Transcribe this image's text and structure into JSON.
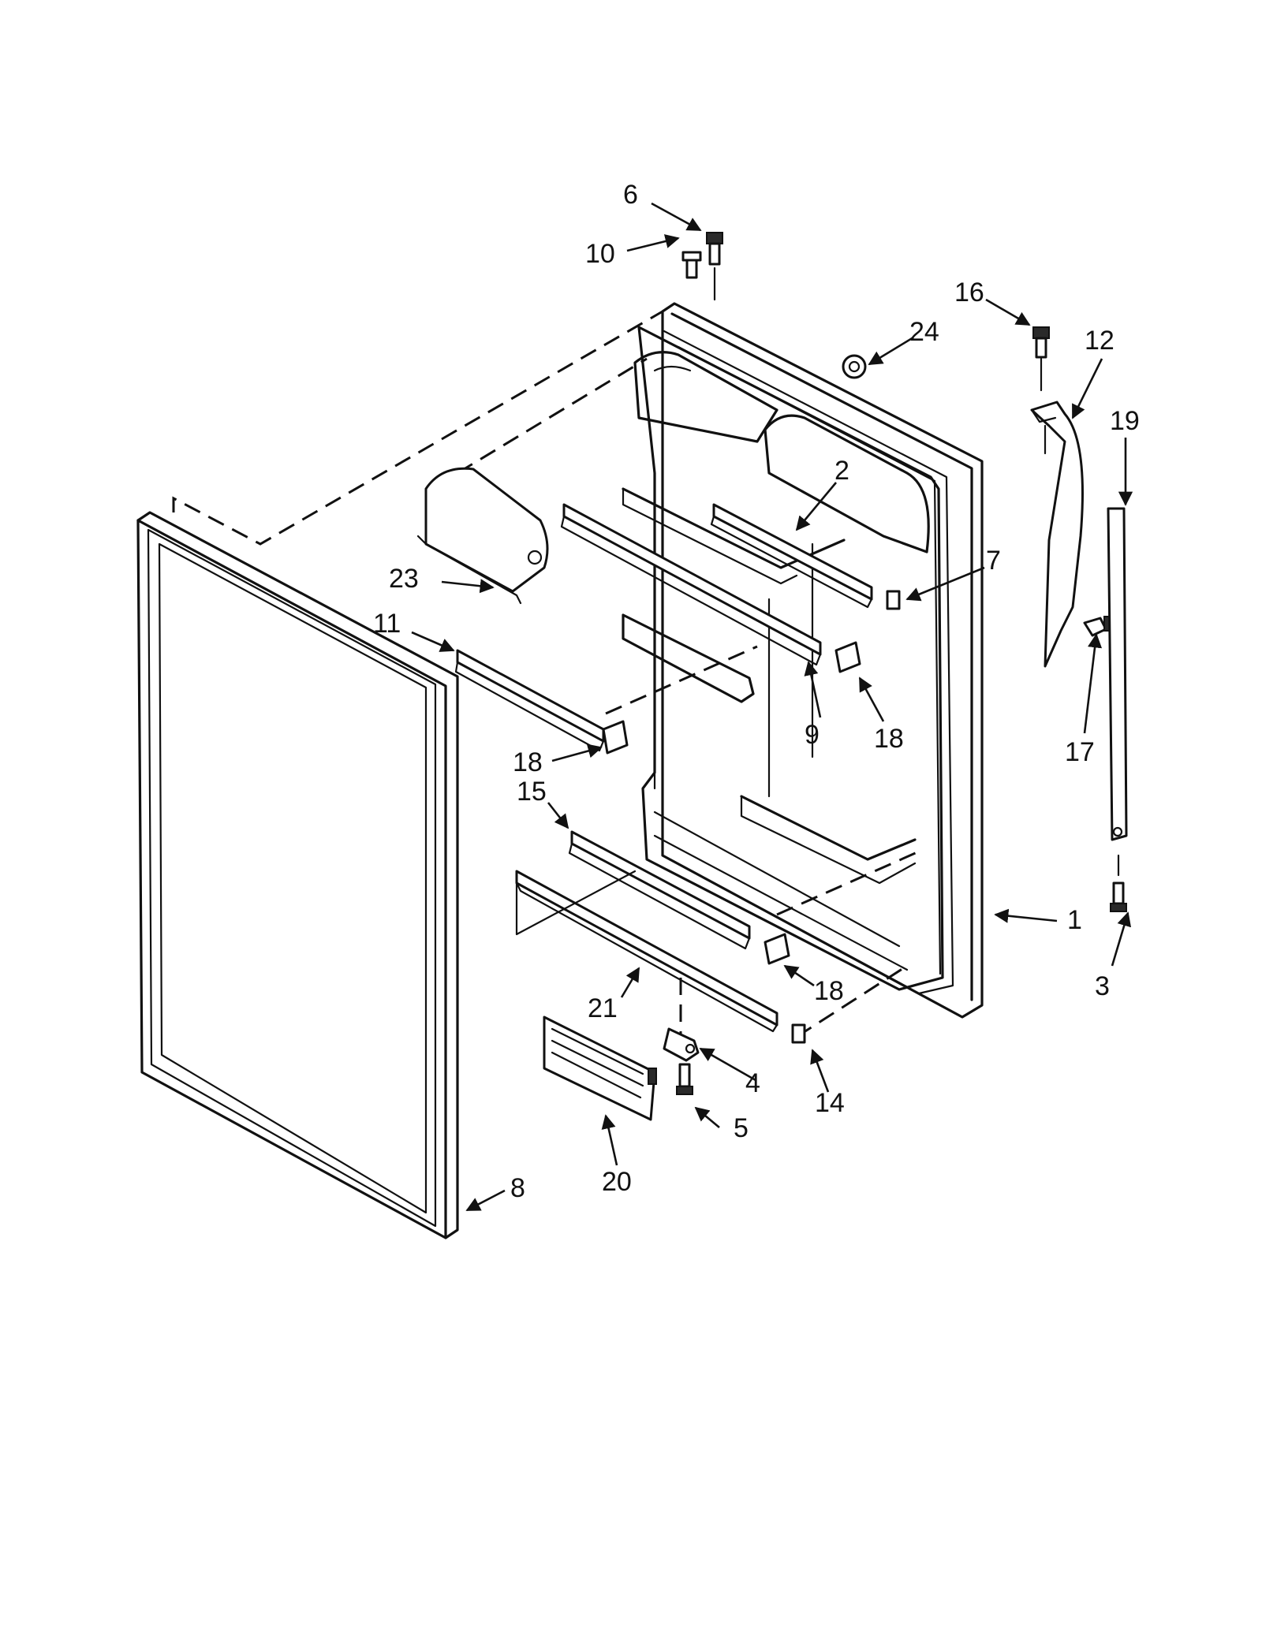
{
  "callouts": {
    "c1": "1",
    "c2": "2",
    "c3": "3",
    "c4": "4",
    "c5": "5",
    "c6": "6",
    "c7": "7",
    "c8": "8",
    "c9": "9",
    "c10": "10",
    "c11": "11",
    "c12": "12",
    "c14": "14",
    "c15": "15",
    "c16": "16",
    "c17": "17",
    "c18a": "18",
    "c18b": "18",
    "c18c": "18",
    "c19": "19",
    "c20": "20",
    "c21": "21",
    "c23": "23",
    "c24": "24"
  }
}
